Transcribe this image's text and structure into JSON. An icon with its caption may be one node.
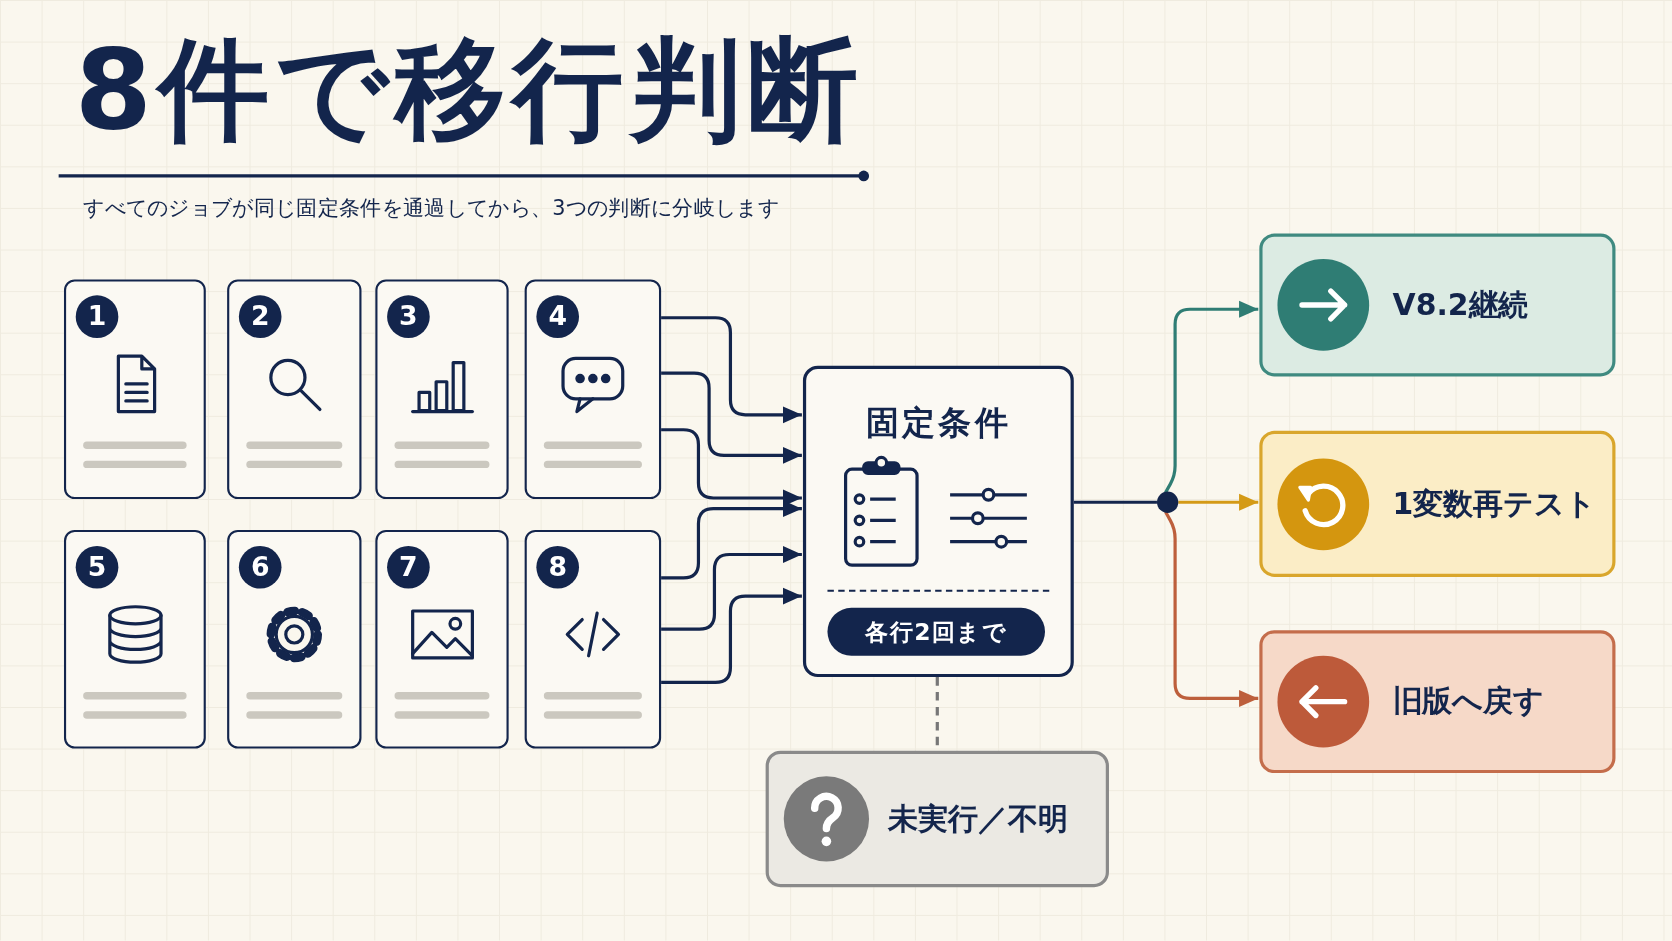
{
  "diagram": {
    "title": "8件で移行判断",
    "nodes": [
      {
        "text": [
          "1"
        ]
      },
      {
        "text": [
          "2"
        ]
      },
      {
        "text": [
          "3"
        ]
      },
      {
        "text": [
          "4"
        ]
      },
      {
        "text": [
          "5"
        ]
      },
      {
        "text": [
          "6"
        ]
      },
      {
        "text": [
          "7"
        ]
      },
      {
        "text": [
          "8"
        ]
      },
      {
        "text": [
          "固定条件",
          "各行2回まで"
        ]
      },
      {
        "text": [],
        "shape": "circle"
      },
      {
        "text": [
          "V8.2継続"
        ]
      },
      {
        "text": [
          "1変数再テスト"
        ]
      },
      {
        "text": [
          "旧版へ戻す"
        ]
      },
      {
        "text": [
          "未実行／不明"
        ]
      }
    ],
    "edges": [
      {
        "from": 3,
        "to": 8,
        "arrow": "to"
      },
      {
        "from": 3,
        "to": 8,
        "arrow": "to"
      },
      {
        "from": 3,
        "to": 8,
        "arrow": "to"
      },
      {
        "from": 7,
        "to": 8,
        "arrow": "to"
      },
      {
        "from": 7,
        "to": 8,
        "arrow": "to"
      },
      {
        "from": 7,
        "to": 8,
        "arrow": "to"
      },
      {
        "from": 8,
        "to": 9,
        "arrow": "none"
      },
      {
        "from": 9,
        "to": 10,
        "arrow": "to",
        "color": "#2f7d74"
      },
      {
        "from": 9,
        "to": 11,
        "arrow": "to",
        "color": "#d49a16"
      },
      {
        "from": 9,
        "to": 12,
        "arrow": "to",
        "color": "#bd5f3c"
      },
      {
        "from": 8,
        "to": 13,
        "arrow": "none",
        "style": "dashed",
        "color": "#777777"
      }
    ],
    "labels": [
      "すべてのジョブが同じ固定条件を通過してから、3つの判断に分岐します"
    ]
  }
}
